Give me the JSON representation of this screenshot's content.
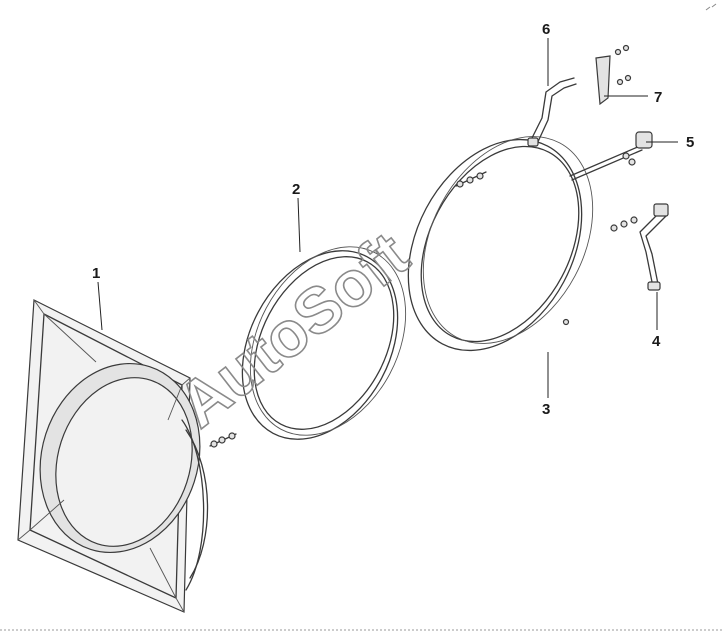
{
  "callouts": [
    "1",
    "2",
    "3",
    "4",
    "5",
    "6",
    "7"
  ],
  "watermark": "AutoSoft"
}
